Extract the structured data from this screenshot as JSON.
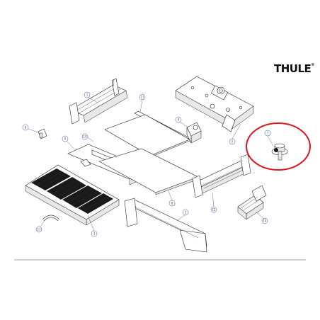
{
  "brand": {
    "name": "THULE",
    "mark": "®"
  },
  "colors": {
    "highlight": "#e0141e",
    "callout": "#3b4a8a",
    "ink": "#222222"
  },
  "callouts": [
    "1",
    "2",
    "3",
    "4",
    "5",
    "6",
    "7",
    "8",
    "9",
    "10",
    "11",
    "12",
    "13",
    "14"
  ]
}
